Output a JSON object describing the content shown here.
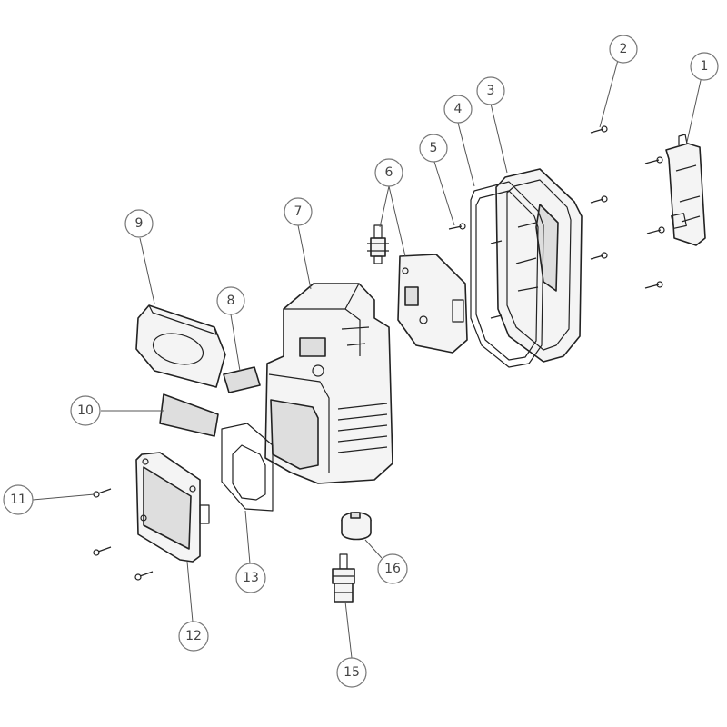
{
  "callouts": [
    {
      "label": "1"
    },
    {
      "label": "2"
    },
    {
      "label": "3"
    },
    {
      "label": "4"
    },
    {
      "label": "5"
    },
    {
      "label": "6"
    },
    {
      "label": "7"
    },
    {
      "label": "8"
    },
    {
      "label": "9"
    },
    {
      "label": "10"
    },
    {
      "label": "11"
    },
    {
      "label": "12"
    },
    {
      "label": "13"
    },
    {
      "label": "15"
    },
    {
      "label": "16"
    }
  ]
}
